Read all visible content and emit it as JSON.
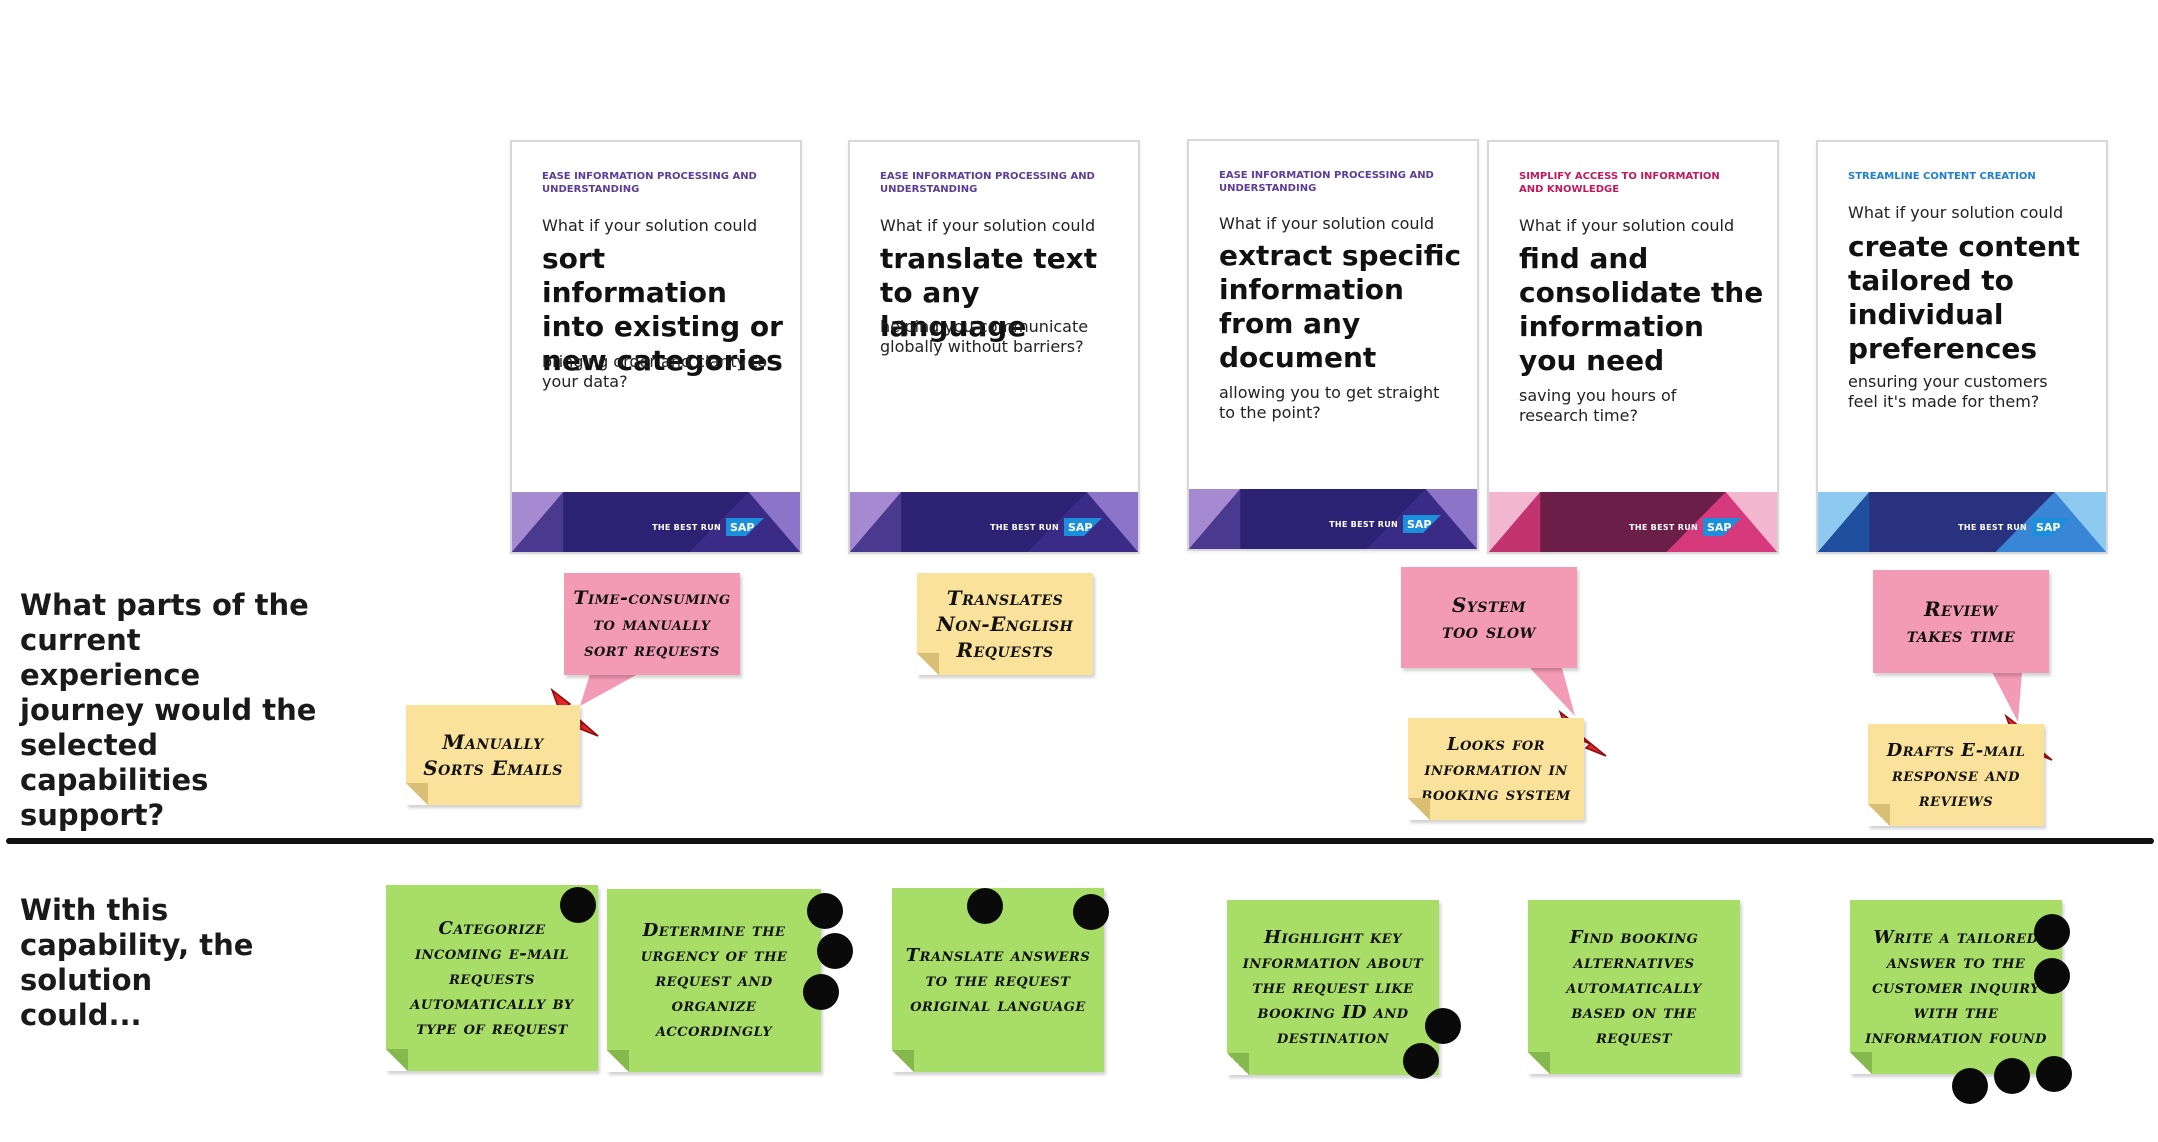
{
  "row_questions": {
    "current_journey": "What parts of the current experience journey would the selected capabilities support?",
    "capability": "With this capability, the solution could..."
  },
  "cards": [
    {
      "category": "EASE INFORMATION PROCESSING AND UNDERSTANDING",
      "lead": "What if your solution could",
      "headline": "sort information into existing or new categories",
      "subtext": "bringing order and clarity to your data?",
      "footer": "THE BEST RUN",
      "category_color": "#5b3d99",
      "band_colors": [
        "#a58ad1",
        "#4a3a8f",
        "#2d2174",
        "#6e59b3"
      ]
    },
    {
      "category": "EASE INFORMATION PROCESSING AND UNDERSTANDING",
      "lead": "What if your solution could",
      "headline": "translate text to any language",
      "subtext": "helping you communicate globally without barriers?",
      "footer": "THE BEST RUN",
      "category_color": "#5b3d99",
      "band_colors": [
        "#a58ad1",
        "#4a3a8f",
        "#2d2174",
        "#6e59b3"
      ]
    },
    {
      "category": "EASE INFORMATION PROCESSING AND UNDERSTANDING",
      "lead": "What if your solution could",
      "headline": "extract specific information from any document",
      "subtext": "allowing you to get straight to the point?",
      "footer": "THE BEST RUN",
      "category_color": "#5b3d99",
      "band_colors": [
        "#a58ad1",
        "#4a3a8f",
        "#2d2174",
        "#6e59b3"
      ]
    },
    {
      "category": "SIMPLIFY ACCESS TO INFORMATION AND KNOWLEDGE",
      "lead": "What if your solution could",
      "headline": "find and consolidate the information you need",
      "subtext": "saving you hours of research time?",
      "footer": "THE BEST RUN",
      "category_color": "#c2185b",
      "band_colors": [
        "#f3b6cf",
        "#c2336f",
        "#6b1e48",
        "#d63a7d"
      ]
    },
    {
      "category": "STREAMLINE CONTENT CREATION",
      "lead": "What if your solution could",
      "headline": "create content tailored to individual preferences",
      "subtext": "ensuring your customers feel it's made for them?",
      "footer": "THE BEST RUN",
      "category_color": "#1e7fd0",
      "band_colors": [
        "#8ec9ef",
        "#1f4f9e",
        "#28327f",
        "#3a86d6"
      ]
    }
  ],
  "pain_points": [
    "Time-consuming to manually sort requests",
    "System too slow",
    "Review takes time"
  ],
  "journey_steps": [
    "Manually Sorts Emails",
    "Translates Non-English Requests",
    "Looks for information in booking system",
    "Drafts E-mail response and reviews"
  ],
  "capabilities": [
    "Categorize incoming e-mail requests automatically by type of request",
    "Determine the urgency of the request and organize accordingly",
    "Translate answers to the request original language",
    "Highlight key information about the request like booking ID and destination",
    "Find booking alternatives automatically based on the request",
    "Write a tailored answer to the customer inquiry with the information found"
  ]
}
